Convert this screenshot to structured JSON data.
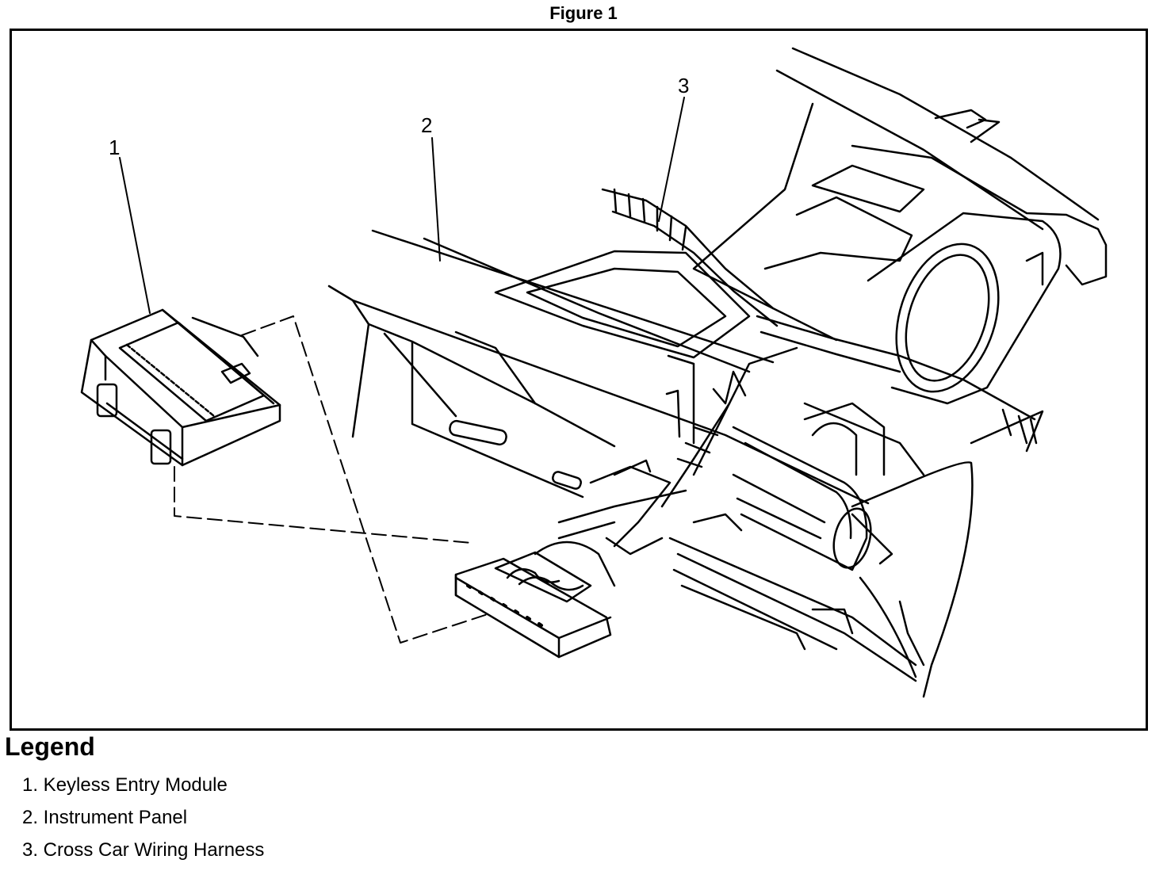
{
  "figure": {
    "title": "Figure 1"
  },
  "callouts": {
    "c1": "1",
    "c2": "2",
    "c3": "3"
  },
  "legend": {
    "title": "Legend",
    "items": [
      {
        "label": "1. Keyless Entry Module"
      },
      {
        "label": "2. Instrument Panel"
      },
      {
        "label": "3. Cross Car Wiring Harness"
      }
    ]
  }
}
